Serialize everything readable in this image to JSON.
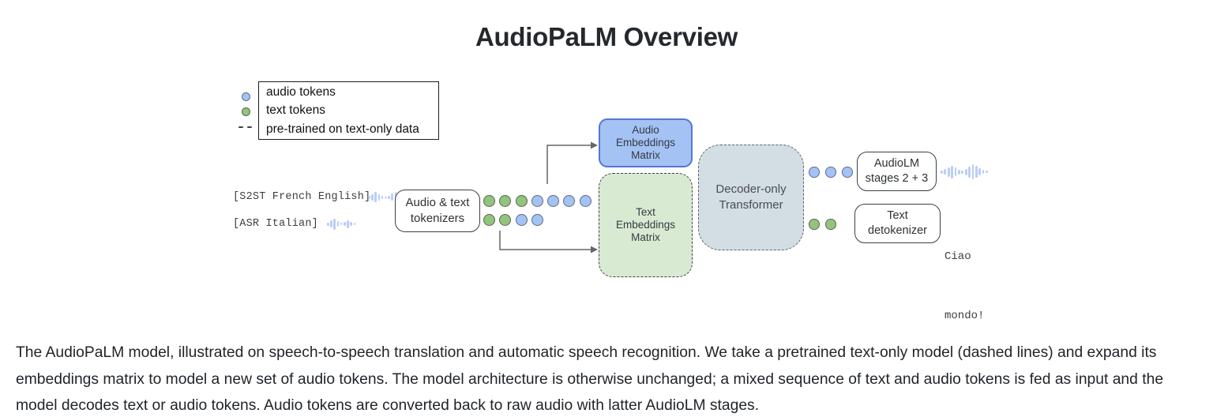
{
  "title": "AudioPaLM Overview",
  "legend": {
    "items": [
      {
        "marker": "audio-token",
        "label": "audio tokens"
      },
      {
        "marker": "text-token",
        "label": "text tokens"
      },
      {
        "marker": "dashed-line",
        "label": "pre-trained on text-only data"
      }
    ]
  },
  "inputs": [
    {
      "label": "[S2ST French English]",
      "icon": "waveform-icon"
    },
    {
      "label": "[ASR Italian]",
      "icon": "waveform-icon"
    }
  ],
  "diagram": {
    "tokenizer": {
      "line1": "Audio & text",
      "line2": "tokenizers"
    },
    "audio_embeddings": {
      "line1": "Audio",
      "line2": "Embeddings",
      "line3": "Matrix"
    },
    "text_embeddings": {
      "line1": "Text",
      "line2": "Embeddings",
      "line3": "Matrix"
    },
    "decoder": {
      "line1": "Decoder-only",
      "line2": "Transformer"
    },
    "audiolm": {
      "line1": "AudioLM",
      "line2": "stages 2 + 3"
    },
    "detokenizer": {
      "line1": "Text",
      "line2": "detokenizer"
    },
    "output_text": {
      "line1": "Ciao",
      "line2": "mondo!"
    },
    "input_tokens": {
      "row1": [
        "text",
        "text",
        "text",
        "audio",
        "audio",
        "audio",
        "audio"
      ],
      "row2": [
        "text",
        "text",
        "audio",
        "audio"
      ]
    },
    "output_tokens": {
      "audio_row": [
        "audio",
        "audio",
        "audio"
      ],
      "text_row": [
        "text",
        "text"
      ]
    }
  },
  "colors": {
    "audio_token_fill": "#a4c2f4",
    "text_token_fill": "#93c47d",
    "audio_embeddings_fill": "#a4c2f4",
    "audio_embeddings_border": "#5577d0",
    "text_embeddings_fill": "#d9ead3",
    "decoder_fill": "#d2dee3",
    "waveform_icon": "#aec6f5"
  },
  "caption": "The AudioPaLM model, illustrated on speech-to-speech translation and automatic speech recognition. We take a pretrained text-only model (dashed lines) and expand its embeddings matrix to model a new set of audio tokens. The model architecture is otherwise unchanged; a mixed sequence of text and audio tokens is fed as input and the model decodes text or audio tokens. Audio tokens are converted back to raw audio with latter AudioLM stages."
}
